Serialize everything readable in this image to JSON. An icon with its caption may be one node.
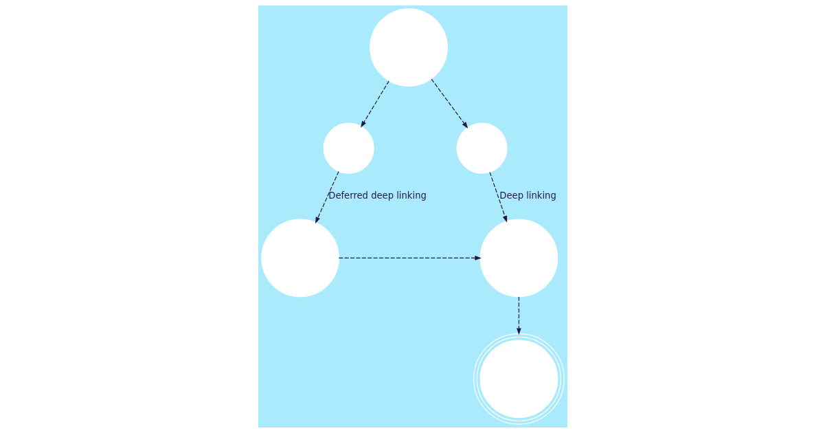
{
  "diagram": {
    "nodes": [
      {
        "text": [],
        "shape": "circle"
      },
      {
        "text": [],
        "shape": "circle"
      },
      {
        "text": [],
        "shape": "circle"
      },
      {
        "text": [],
        "shape": "circle"
      },
      {
        "text": [],
        "shape": "circle"
      },
      {
        "text": [],
        "shape": "circle"
      }
    ],
    "edges": [
      {
        "from": 0,
        "to": 1,
        "arrow": "to",
        "style": "dashed"
      },
      {
        "from": 0,
        "to": 2,
        "arrow": "to",
        "style": "dashed"
      },
      {
        "from": 1,
        "to": 3,
        "arrow": "to",
        "style": "dashed",
        "label": "Deferred deep linking"
      },
      {
        "from": 2,
        "to": 4,
        "arrow": "to",
        "style": "dashed",
        "label": "Deep linking"
      },
      {
        "from": 3,
        "to": 4,
        "arrow": "to",
        "style": "dashed"
      },
      {
        "from": 4,
        "to": 5,
        "arrow": "to",
        "style": "dashed"
      }
    ]
  }
}
